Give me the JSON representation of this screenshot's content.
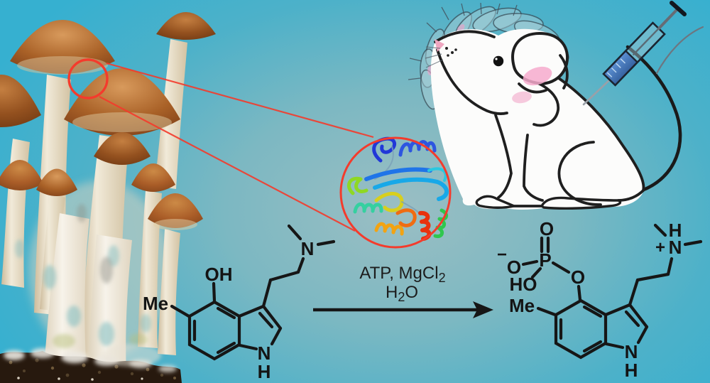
{
  "colors": {
    "background_center": "#9bbec3",
    "background_edge": "#31afd0",
    "callout_red": "#f43b2c",
    "bond_black": "#161616",
    "mouse_white": "#fcfcfb",
    "blush_pink": "#f3a8cc",
    "syringe_blue": "#3e6fb2",
    "mushroom_cap_brown": "#a96127",
    "soil_brown": "#27190e"
  },
  "reaction": {
    "conditions_line1": {
      "main": "ATP, MgCl",
      "subscript": "2"
    },
    "conditions_line2": {
      "h": "H",
      "subscript": "2",
      "o": "O"
    }
  },
  "substrate": {
    "hydroxyl_label": "OH",
    "methyl_label": "Me",
    "amine_nitrogen_label": "N",
    "indole_nitrogen_label": "N",
    "indole_nh_hydrogen_label": "H"
  },
  "product": {
    "phosphoryl_oxygen_label": "O",
    "phosphorus_label": "P",
    "negative_charge": "−",
    "anionic_oxygen_label": "O",
    "hydroxyl_label": "HO",
    "bridging_oxygen_label": "O",
    "methyl_label": "Me",
    "positive_charge": "+",
    "ammonium_hydrogen_label": "H",
    "ammonium_nitrogen_label": "N",
    "indole_nitrogen_label": "N",
    "indole_nh_hydrogen_label": "H"
  }
}
